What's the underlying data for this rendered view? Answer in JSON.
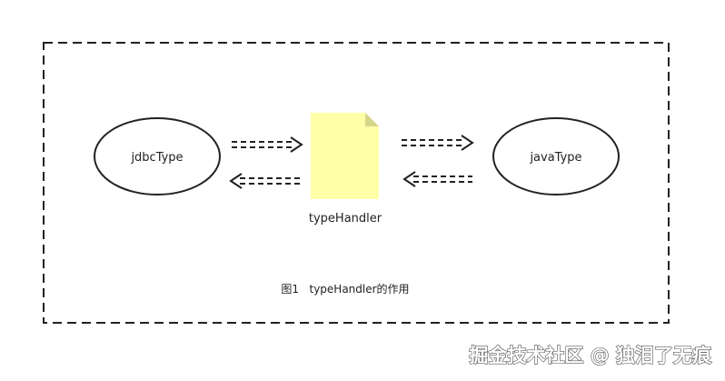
{
  "diagram": {
    "left_node": {
      "label": "jdbcType"
    },
    "center_node": {
      "label": "typeHandler"
    },
    "right_node": {
      "label": "javaType"
    },
    "caption": "图1   typeHandler的作用"
  },
  "watermark": {
    "text": "掘金技术社区 @ 独泪了无痕"
  },
  "colors": {
    "document_fill": "#ffffa8",
    "document_fold": "#d6d68a",
    "stroke": "#222222"
  }
}
